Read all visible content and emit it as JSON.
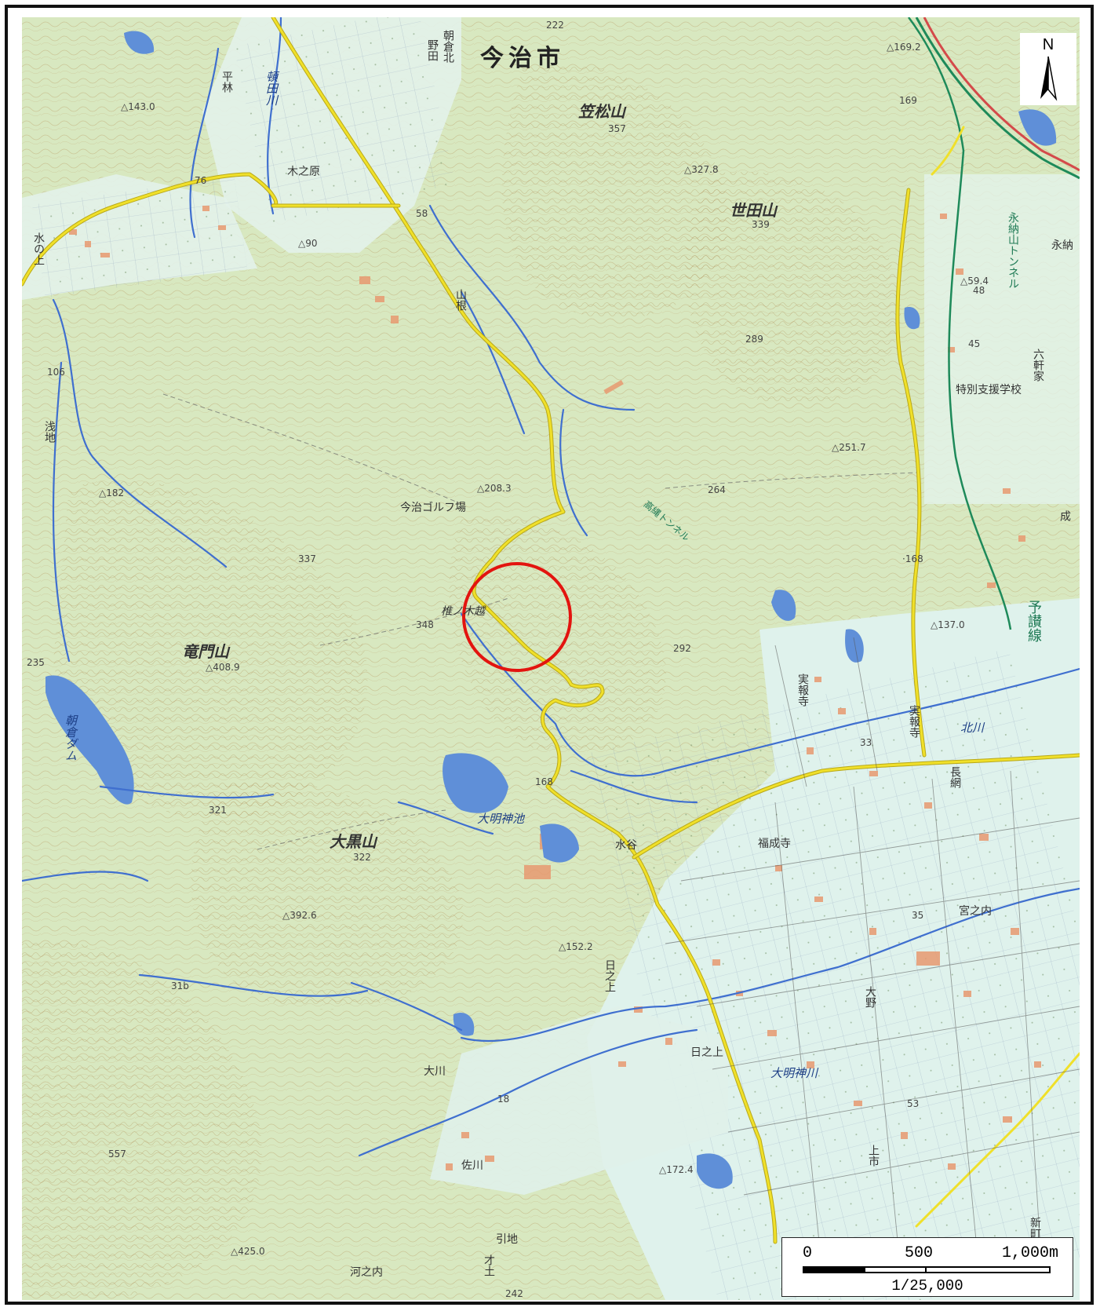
{
  "map": {
    "city": "今治市",
    "mountains": {
      "kasamatsu": "笠松山",
      "kasamatsu_elev": "357",
      "seta": "世田山",
      "seta_elev": "339",
      "ryumon": "竜門山",
      "ryumon_elev": "△408.9",
      "okuro": "大黒山",
      "okuro_elev": "322"
    },
    "places": {
      "nodaasakura": "朝倉北",
      "noda": "野田",
      "konoshobara": "木之原",
      "mizunoue": "水の上",
      "hirabayashi": "平林",
      "yamane": "山根",
      "asaji": "浅地",
      "golf": "今治ゴルフ場",
      "shiinokigoe": "椎ノ木越",
      "tokubetsu": "特別支援学校",
      "mizutani": "水谷",
      "fukujouji": "福成寺",
      "sanetsuna1": "実報寺",
      "sanetsuna2": "実報寺",
      "miyanouchi": "宮之内",
      "ono": "大野",
      "hinoue1": "日之上",
      "hinoue2": "日之上",
      "okawa": "大川",
      "sagawa": "佐川",
      "hikiji": "引地",
      "saido": "才土",
      "kawanouchi": "河之内",
      "kamiichi": "上市",
      "shinmachi": "新町",
      "nagatsuna": "長網",
      "ei": "永納",
      "rokkenya": "六軒家",
      "narizumi": "成",
      "asakura_dam": "朝倉ダム",
      "daimyojin_ike": "大明神池",
      "daimyojin_gawa": "大明神川",
      "kitagawa": "北川",
      "asakuragawa": "頓田川"
    },
    "rail": {
      "yosan": "予讃線",
      "tunnel_top": "永納山トンネル",
      "tunnel_mid": "高縄トンネル"
    },
    "elevations": [
      "222",
      "△169.2",
      "169",
      "△143.0",
      "△327.8",
      "△90",
      "289",
      "106",
      "△182",
      "△208.3",
      "264",
      "△251.7",
      "·168",
      "337",
      "348",
      "292",
      "△137.0",
      "235",
      "168",
      "321",
      "△392.6",
      "△152.2",
      "31b",
      "18",
      "557",
      "△172.4",
      "△425.0",
      "242",
      "53",
      "△59.4",
      "48",
      "45",
      "33",
      "35",
      "76",
      "58"
    ]
  },
  "north": {
    "label": "N"
  },
  "scale": {
    "tick_0": "0",
    "tick_500": "500",
    "tick_1000": "1,000m",
    "ratio": "1/25,000"
  },
  "colors": {
    "land": "#dcebc6",
    "plain": "#dff2ec",
    "contour": "#b9a470",
    "water": "#5f8fd8",
    "road": "#f0e02a",
    "road_edge": "#b8a818",
    "highlight": "#e3140f",
    "rail_green": "#1e8a5a",
    "rail_red": "#d44a4a",
    "building": "#e89b72"
  }
}
